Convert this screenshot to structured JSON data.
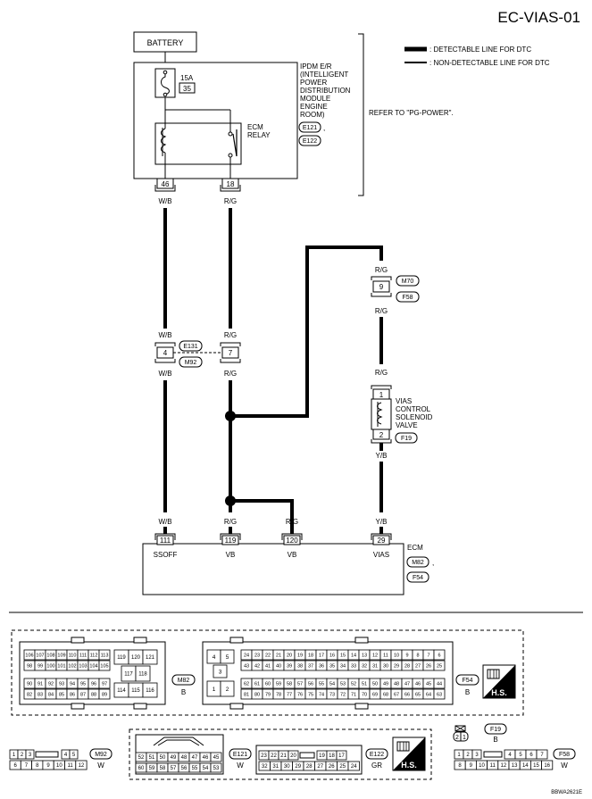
{
  "page_id": "EC-VIAS-01",
  "footer_code": "BBWA2621E",
  "legend": {
    "detectable": ": DETECTABLE LINE FOR DTC",
    "non_detectable": ": NON-DETECTABLE LINE FOR DTC"
  },
  "battery_label": "BATTERY",
  "ipdm": {
    "lines": [
      "IPDM E/R",
      "(INTELLIGENT",
      "POWER",
      "DISTRIBUTION",
      "MODULE",
      "ENGINE",
      "ROOM)"
    ],
    "connectors": [
      "E121",
      "E122"
    ],
    "sep": ",",
    "refer": "REFER TO \"PG-POWER\"."
  },
  "fuse": {
    "rating": "15A",
    "number": "35"
  },
  "relay": {
    "lines": [
      "ECM",
      "RELAY"
    ]
  },
  "ipdm_terminals": [
    "46",
    "18"
  ],
  "wires": {
    "wb": "W/B",
    "rg": "R/G",
    "yb": "Y/B"
  },
  "joint": {
    "left_terminal": "4",
    "right_terminal": "7",
    "conn_top": "E131",
    "conn_bottom": "M92"
  },
  "joint2": {
    "terminal": "9",
    "conn_top": "M70",
    "conn_bottom": "F58"
  },
  "solenoid": {
    "lines": [
      "VIAS",
      "CONTROL",
      "SOLENOID",
      "VALVE"
    ],
    "pin_top": "1",
    "pin_bottom": "2",
    "connector": "F19"
  },
  "ecm": {
    "label": "ECM",
    "connectors": [
      "M82",
      "F54"
    ],
    "sep": ",",
    "pins": [
      "111",
      "119",
      "120",
      "29"
    ],
    "pin_names": [
      "SSOFF",
      "VB",
      "VB",
      "VIAS"
    ]
  },
  "connector_views": {
    "m82": {
      "id": "M82",
      "color": "B",
      "rows_left": [
        [
          "106",
          "107",
          "108",
          "109",
          "110",
          "111",
          "112",
          "113"
        ],
        [
          "98",
          "99",
          "100",
          "101",
          "102",
          "103",
          "104",
          "105"
        ],
        [
          "90",
          "91",
          "92",
          "93",
          "94",
          "95",
          "96",
          "97"
        ],
        [
          "82",
          "83",
          "84",
          "85",
          "86",
          "87",
          "88",
          "89"
        ]
      ],
      "mid": [
        "119",
        "120",
        "121",
        "117",
        "118",
        "114",
        "115",
        "116"
      ]
    },
    "f54": {
      "id": "F54",
      "color": "B",
      "small": [
        "4",
        "5",
        "3",
        "1",
        "2"
      ],
      "rows": [
        [
          "24",
          "23",
          "22",
          "21",
          "20",
          "19",
          "18",
          "17",
          "16",
          "15",
          "14",
          "13",
          "12",
          "11",
          "10",
          "9",
          "8",
          "7",
          "6"
        ],
        [
          "43",
          "42",
          "41",
          "40",
          "39",
          "38",
          "37",
          "36",
          "35",
          "34",
          "33",
          "32",
          "31",
          "30",
          "29",
          "28",
          "27",
          "26",
          "25"
        ],
        [
          "62",
          "61",
          "60",
          "59",
          "58",
          "57",
          "56",
          "55",
          "54",
          "53",
          "52",
          "51",
          "50",
          "49",
          "48",
          "47",
          "46",
          "45",
          "44"
        ],
        [
          "81",
          "80",
          "79",
          "78",
          "77",
          "76",
          "75",
          "74",
          "73",
          "72",
          "71",
          "70",
          "69",
          "68",
          "67",
          "66",
          "65",
          "64",
          "63"
        ]
      ]
    },
    "hs": "H.S.",
    "m92": {
      "id": "M92",
      "color": "W",
      "row1": [
        "1",
        "2",
        "3",
        "4",
        "5"
      ],
      "row2": [
        "6",
        "7",
        "8",
        "9",
        "10",
        "11",
        "12"
      ]
    },
    "e121": {
      "id": "E121",
      "color": "W",
      "row1": [
        "52",
        "51",
        "50",
        "49",
        "48",
        "47",
        "46",
        "45"
      ],
      "row2": [
        "60",
        "59",
        "58",
        "57",
        "56",
        "55",
        "54",
        "53"
      ]
    },
    "e122": {
      "id": "E122",
      "color": "GR",
      "row1": [
        "23",
        "22",
        "21",
        "20",
        "19",
        "18",
        "17"
      ],
      "row2": [
        "32",
        "31",
        "30",
        "29",
        "28",
        "27",
        "26",
        "25",
        "24"
      ]
    },
    "f19": {
      "id": "F19",
      "color": "B",
      "pins": [
        "2",
        "1"
      ]
    },
    "f58": {
      "id": "F58",
      "color": "W",
      "row1": [
        "1",
        "2",
        "3",
        "4",
        "5",
        "6",
        "7"
      ],
      "row2": [
        "8",
        "9",
        "10",
        "11",
        "12",
        "13",
        "14",
        "15",
        "16"
      ]
    }
  }
}
